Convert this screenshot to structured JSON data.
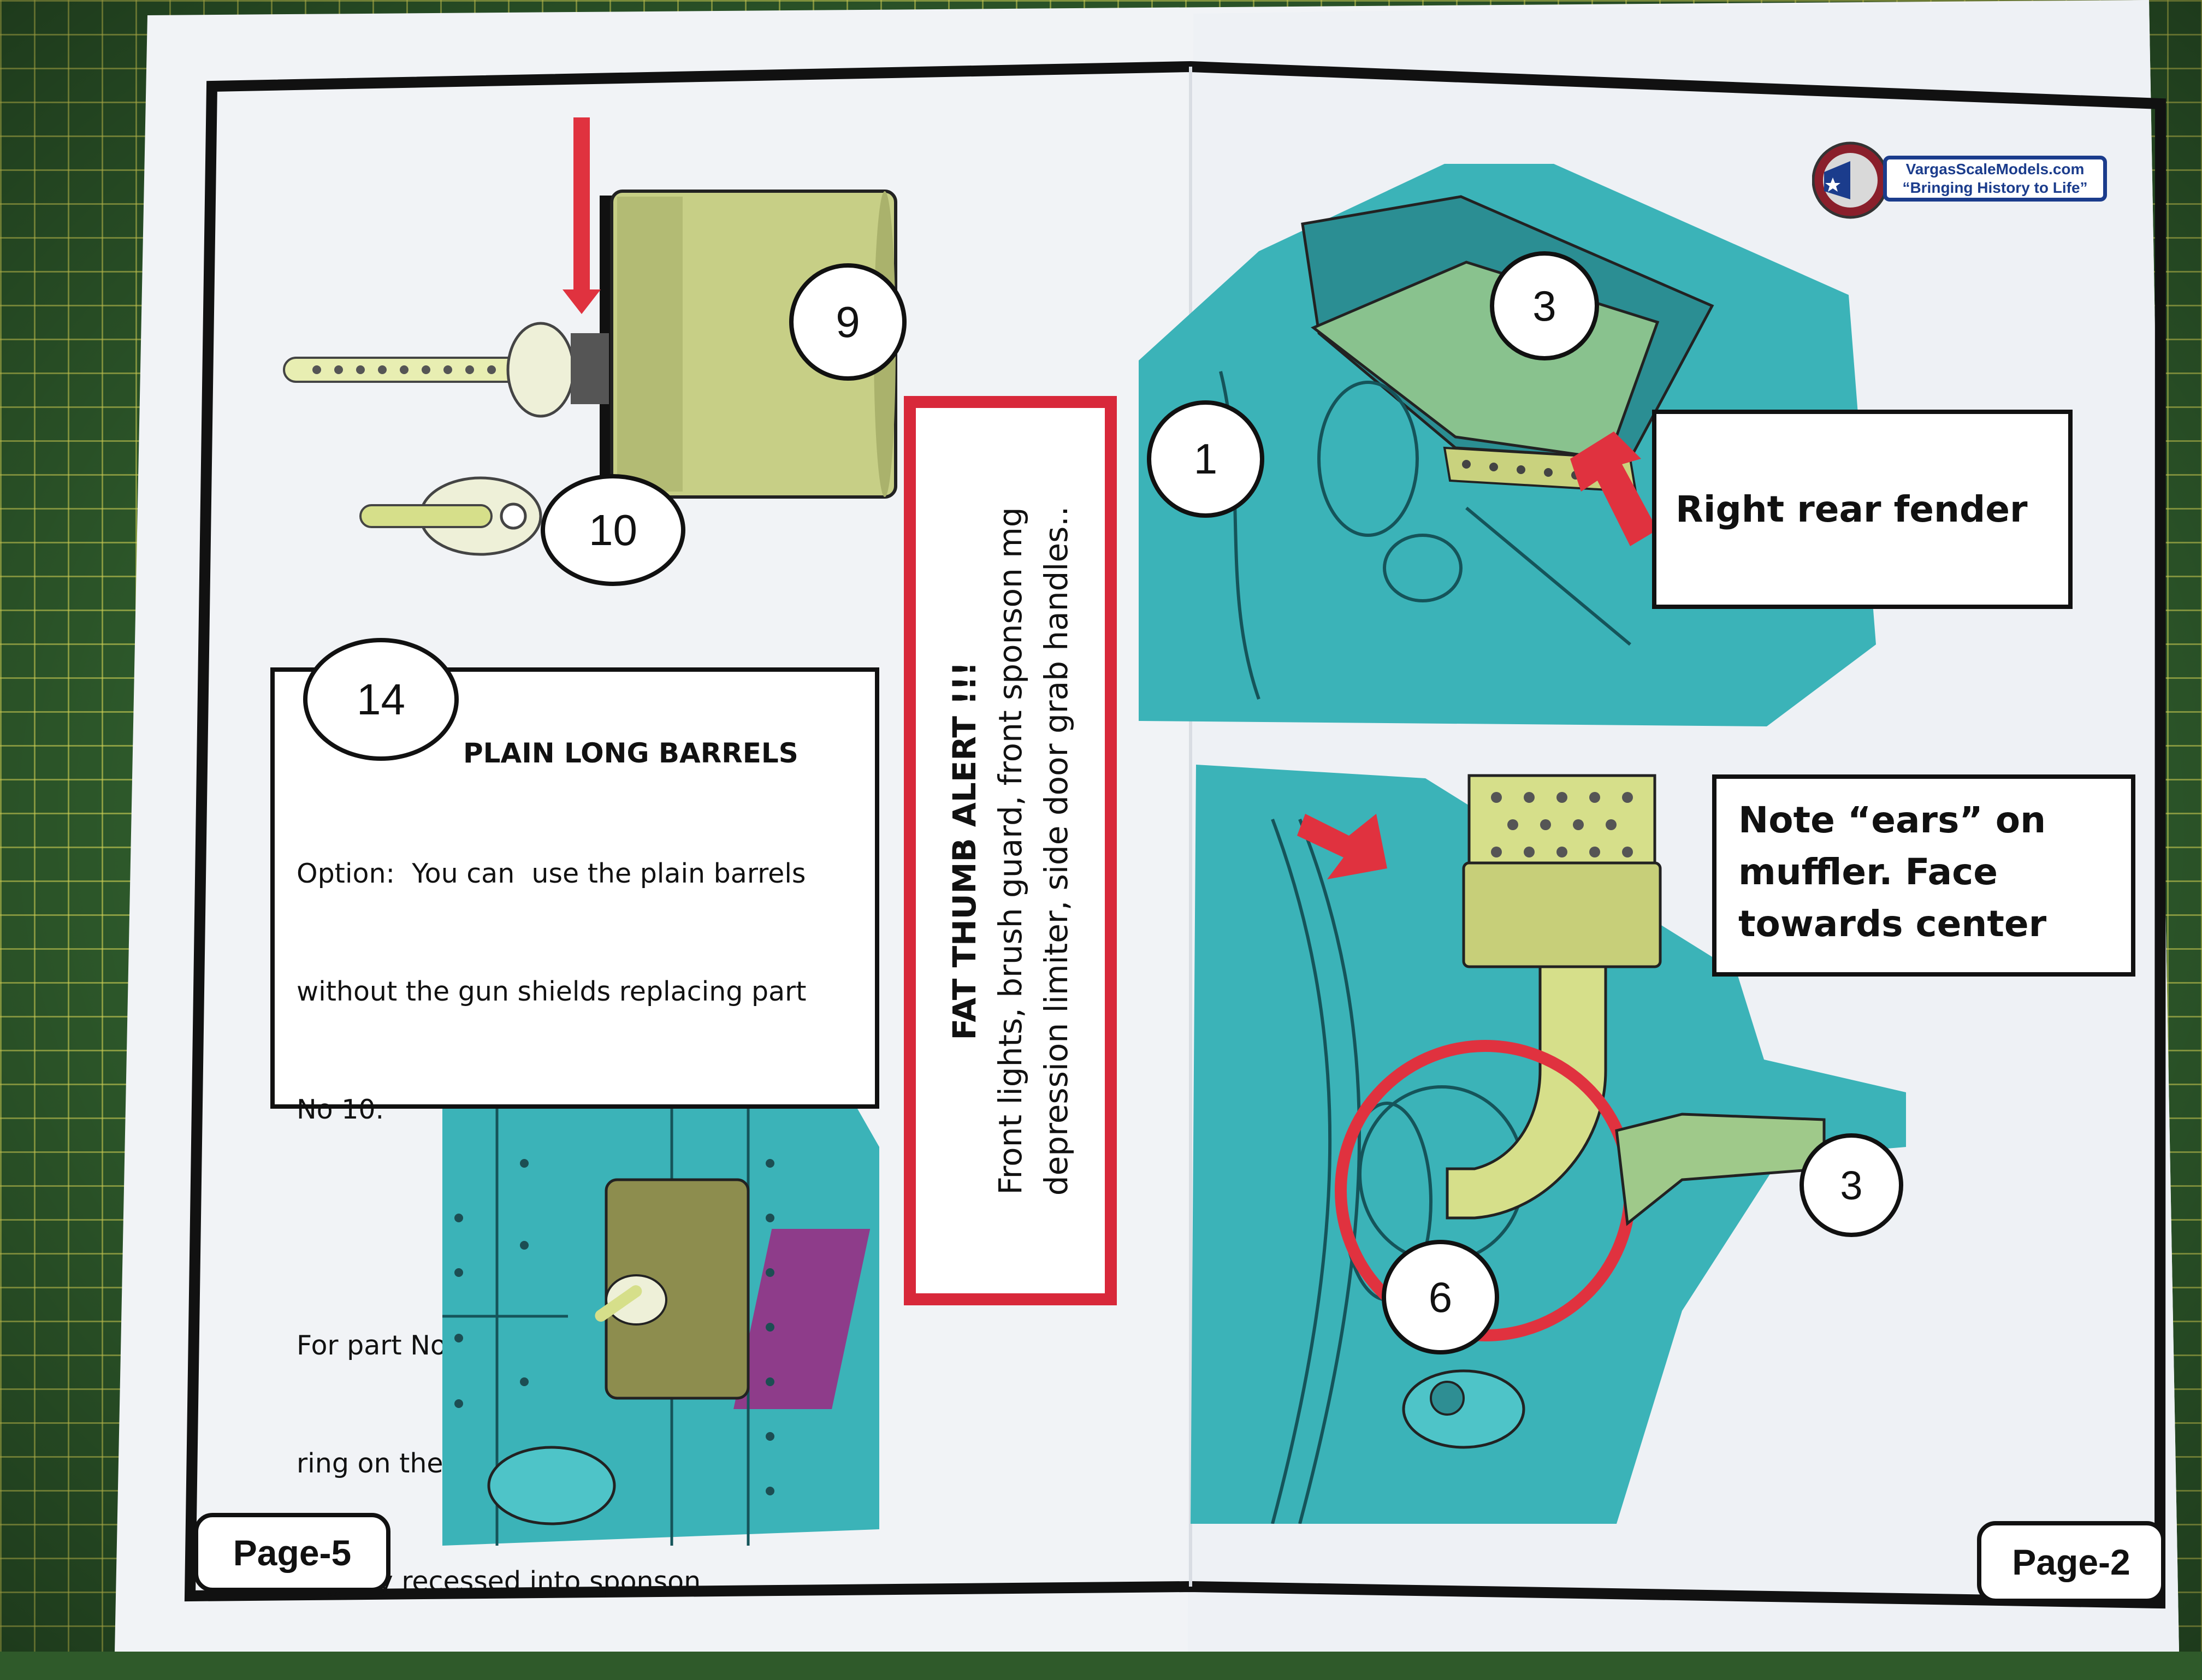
{
  "left_page": {
    "callouts": {
      "part_9": "9",
      "part_10": "10",
      "part_14": "14"
    },
    "note_box": {
      "heading": "PLAIN LONG BARRELS",
      "line1": "Option:  You can  use the plain barrels",
      "line2": "without the gun shields replacing part",
      "line3": "No 10.",
      "line4": "For part No 10, cut flush the protruding",
      "line5": "ring on the sponson so the gun shield is",
      "line6": "slightly recessed into sponson."
    },
    "page_label": "Page-5"
  },
  "alert": {
    "line1": "FAT THUMB ALERT !!!",
    "line2": "Front lights, brush guard, front sponson mg",
    "line3": "depression limiter,  side door grab handles..",
    "border_color": "#d8283a"
  },
  "right_page": {
    "logo": {
      "line1": "VargasScaleModels.com",
      "line2": "“Bringing History to Life”"
    },
    "callouts": {
      "part_1": "1",
      "part_3_top": "3",
      "part_3_bottom": "3",
      "part_6": "6"
    },
    "fender_label": "Right rear fender",
    "muffler_note": {
      "line1": "Note “ears” on",
      "line2": "muffler. Face",
      "line3": "towards center"
    },
    "page_label": "Page-2"
  },
  "colors": {
    "hull": "#3bb3b8",
    "part": "#d6df8a",
    "arrow": "#e0323f",
    "frame": "#111111"
  }
}
